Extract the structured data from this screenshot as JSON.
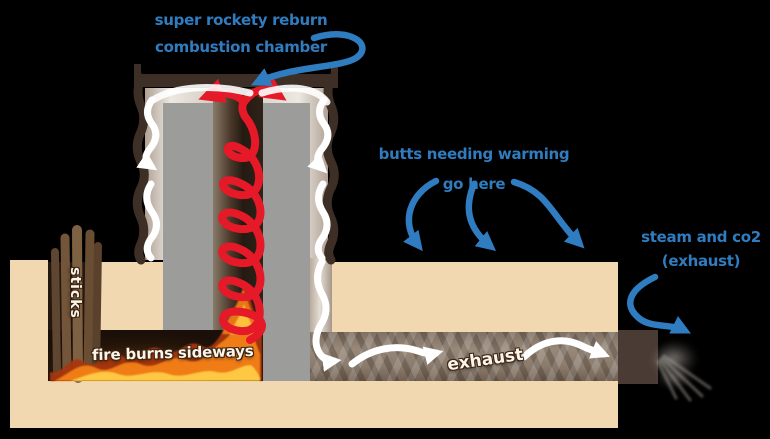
{
  "colors": {
    "background": "#000000",
    "annotation_blue": "#2f7dc0",
    "masonry_tan": "#f2d8b0",
    "riser_gray": "#9c9c9a",
    "barrel_brown": "#3e2f26",
    "exit_block_brown": "#4a3c34",
    "flame_arrow_red": "#e61928",
    "flame_orange": "#f07c16",
    "flame_yellow": "#ffc843",
    "flow_arrow_white": "#ffffff"
  },
  "annotations": {
    "combustion_chamber": {
      "line1": "super rockety reburn",
      "line2": "combustion chamber"
    },
    "bench": {
      "line1": "butts needing warming",
      "line2": "go here"
    },
    "exhaust_outlet": {
      "line1": "steam and co2",
      "line2": "(exhaust)"
    }
  },
  "labels": {
    "sticks": "sticks",
    "fire": "fire burns sideways",
    "duct_exhaust": "exhaust"
  }
}
